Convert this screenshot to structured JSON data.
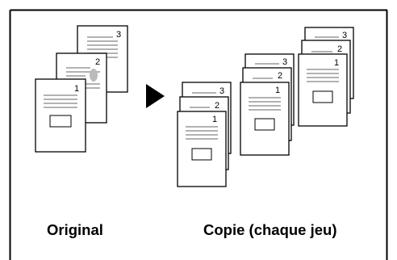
{
  "captions": {
    "original": "Original",
    "copy": "Copie (chaque jeu)"
  },
  "page_numbers": [
    "1",
    "2",
    "3"
  ],
  "colors": {
    "border": "#000000",
    "line": "#999999",
    "photo": "#bbbbbb",
    "arrow": "#000000"
  }
}
